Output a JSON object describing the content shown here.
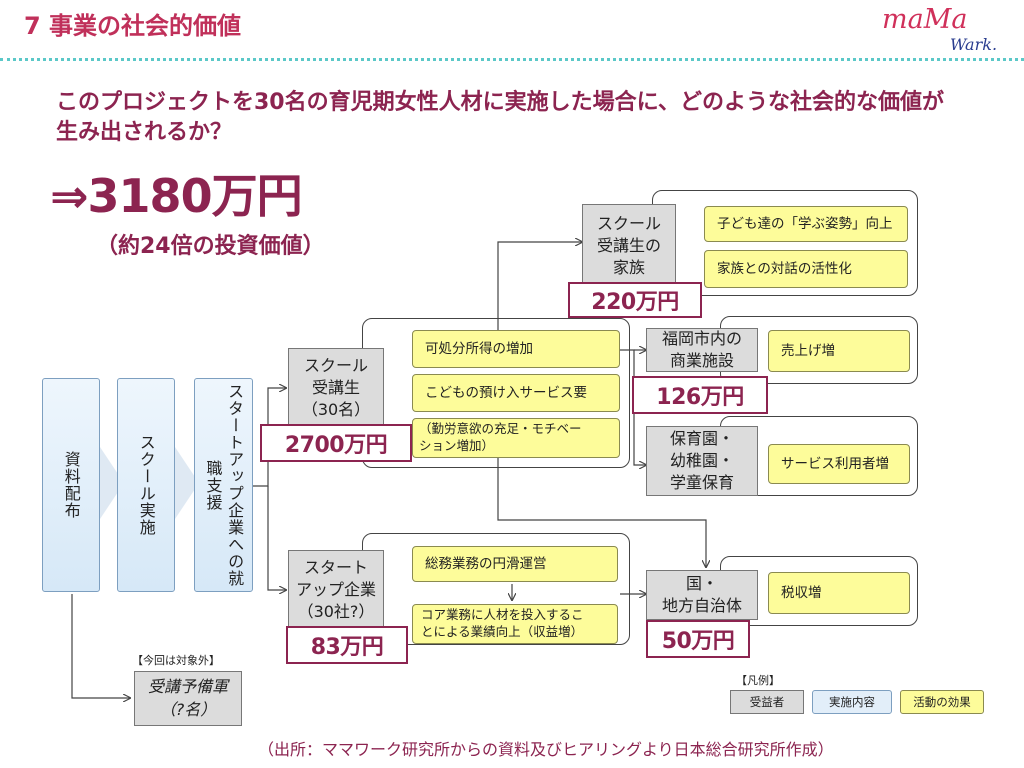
{
  "header": {
    "title": "7 事業の社会的価値",
    "logo_line1": "maMa",
    "logo_line2": "Wark."
  },
  "headline": {
    "question": "このプロジェクトを30名の育児期女性人材に実施した場合に、どのような社会的な価値が生み出されるか？",
    "total": "⇒3180万円",
    "ratio": "（約24倍の投資価値）"
  },
  "colors": {
    "title": "#c0305a",
    "accent": "#8c2450",
    "dotted_rule": "#5bc8c8",
    "beneficiary_fill": "#dcdcdc",
    "implementation_fill": "#e2eef9",
    "effect_fill": "#fdfc9a"
  },
  "flow": {
    "steps": [
      "資料配布",
      "スクール実施",
      "スタートアップ企業への就職支援"
    ]
  },
  "school_students": {
    "label": "スクール\n受講生\n（30名）",
    "amount": "2700万円",
    "effects": [
      "可処分所得の増加",
      "こどもの預け入サービス要",
      "（勤労意欲の充足・モチベー\nション増加）"
    ]
  },
  "student_families": {
    "label": "スクール\n受講生の\n家族",
    "amount": "220万円",
    "effects": [
      "子ども達の「学ぶ姿勢」向上",
      "家族との対話の活性化"
    ]
  },
  "commercial": {
    "label": "福岡市内の\n商業施設",
    "amount": "126万円",
    "effects": [
      "売上げ増"
    ]
  },
  "childcare": {
    "label": "保育園・\n幼稚園・\n学童保育",
    "effects": [
      "サービス利用者増"
    ]
  },
  "startups": {
    "label": "スタート\nアップ企業\n（30社?）",
    "amount": "83万円",
    "effects": [
      "総務業務の円滑運営",
      "コア業務に人材を投入するこ\nとによる業績向上（収益増）"
    ]
  },
  "government": {
    "label": "国・\n地方自治体",
    "amount": "50万円",
    "effects": [
      "税収増"
    ]
  },
  "reserve": {
    "note": "【今回は対象外】",
    "label": "受講予備軍\n（?名）"
  },
  "legend": {
    "title": "【凡例】",
    "beneficiary": "受益者",
    "implementation": "実施内容",
    "effect": "活動の効果"
  },
  "source": "（出所：ママワーク研究所からの資料及びヒアリングより日本総合研究所作成）"
}
